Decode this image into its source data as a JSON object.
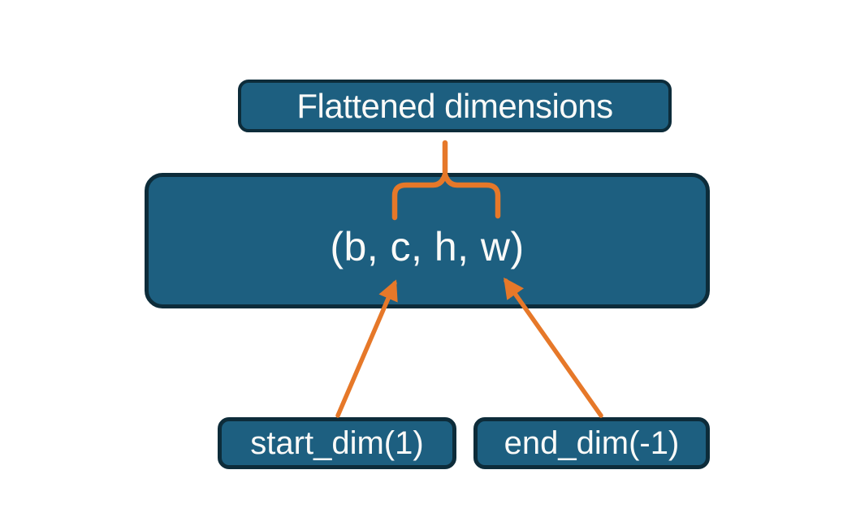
{
  "diagram": {
    "title_node": {
      "label": "Flattened dimensions"
    },
    "tensor_node": {
      "label": "(b, c, h, w)"
    },
    "start_node": {
      "label": "start_dim(1)"
    },
    "end_node": {
      "label": "end_dim(-1)"
    }
  },
  "colors": {
    "node_fill": "#1D5F80",
    "node_border": "#0D2C3A",
    "connector_orange": "#E67829",
    "text": "#FAFAF8",
    "background": "#FFFFFF"
  }
}
